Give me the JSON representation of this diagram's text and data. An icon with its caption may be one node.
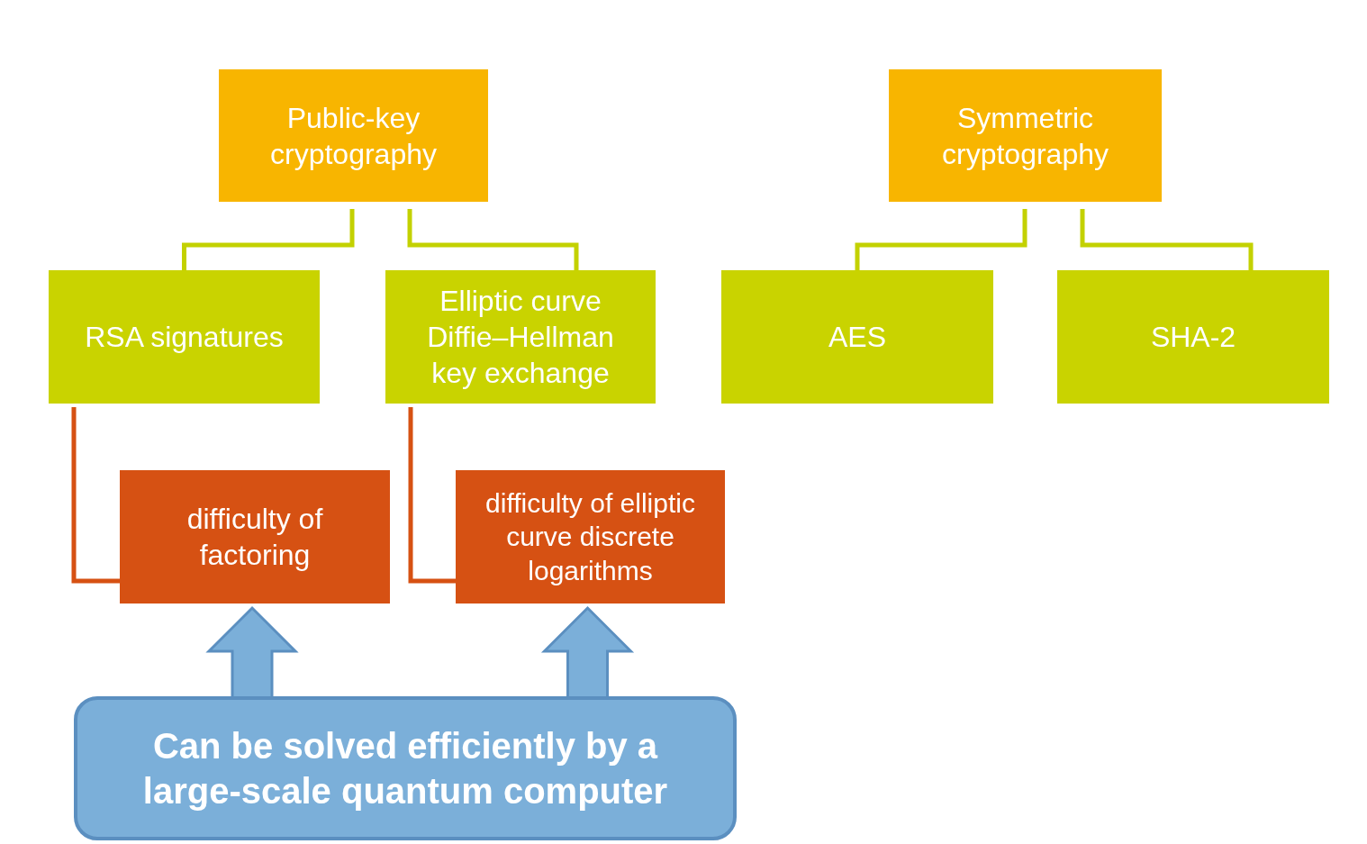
{
  "diagram": {
    "nodes": [
      {
        "text": [
          "Public-key cryptography"
        ]
      },
      {
        "text": [
          "Symmetric cryptography"
        ]
      },
      {
        "text": [
          "RSA signatures"
        ]
      },
      {
        "text": [
          "Elliptic curve Diffie–Hellman key exchange"
        ]
      },
      {
        "text": [
          "AES"
        ]
      },
      {
        "text": [
          "SHA-2"
        ]
      },
      {
        "text": [
          "difficulty of factoring"
        ]
      },
      {
        "text": [
          "difficulty of elliptic curve discrete logarithms"
        ]
      },
      {
        "text": [
          "Can be solved efficiently by a large-scale quantum computer"
        ]
      }
    ],
    "edges": [
      {
        "from": 0,
        "to": 2,
        "arrow": "none"
      },
      {
        "from": 0,
        "to": 3,
        "arrow": "none"
      },
      {
        "from": 1,
        "to": 4,
        "arrow": "none"
      },
      {
        "from": 1,
        "to": 5,
        "arrow": "none"
      },
      {
        "from": 2,
        "to": 6,
        "arrow": "none",
        "color": "#d65113"
      },
      {
        "from": 3,
        "to": 7,
        "arrow": "none",
        "color": "#d65113"
      },
      {
        "from": 8,
        "to": 6,
        "arrow": "to",
        "style": "thick",
        "color": "#7bafd9"
      },
      {
        "from": 8,
        "to": 7,
        "arrow": "to",
        "style": "thick",
        "color": "#7bafd9"
      }
    ]
  }
}
